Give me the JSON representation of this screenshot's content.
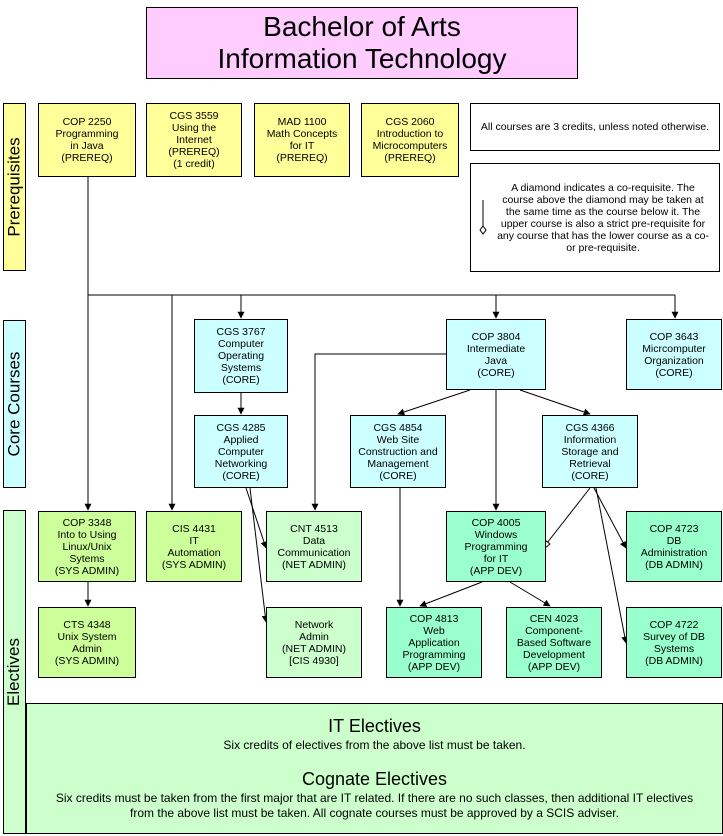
{
  "title": {
    "line1": "Bachelor of Arts",
    "line2": "Information Technology"
  },
  "sections": {
    "prerequisites": "Prerequisites",
    "core": "Core Courses",
    "electives": "Electives"
  },
  "notes": {
    "credits": "All courses are 3 credits, unless noted otherwise.",
    "diamond": "A diamond indicates a co-requisite. The course above the diamond may be taken at the same time as the course below it. The upper course is also a strict pre-requisite for any course that has the lower course as a co- or pre-requisite."
  },
  "courses": {
    "cop2250": "COP 2250\nProgramming\nin Java\n(PREREQ)",
    "cgs3559": "CGS 3559\nUsing the\nInternet\n(PREREQ)\n(1 credit)",
    "mad1100": "MAD 1100\nMath Concepts\nfor IT\n(PREREQ)",
    "cgs2060": "CGS 2060\nIntroduction to\nMicrocomputers\n(PREREQ)",
    "cgs3767": "CGS 3767\nComputer\nOperating\nSystems\n(CORE)",
    "cop3804": "COP 3804\nIntermediate\nJava\n(CORE)",
    "cop3643": "COP 3643\nMicrcomputer\nOrganization\n(CORE)",
    "cgs4285": "CGS 4285\nApplied\nComputer\nNetworking\n(CORE)",
    "cgs4854": "CGS 4854\nWeb Site\nConstruction and\nManagement\n(CORE)",
    "cgs4366": "CGS 4366\nInformation\nStorage and\nRetrieval\n(CORE)",
    "cop3348": "COP 3348\nInto to Using\nLinux/Unix\nSytems\n(SYS ADMIN)",
    "cis4431": "CIS 4431\nIT\nAutomation\n(SYS ADMIN)",
    "cnt4513": "CNT 4513\nData\nCommunication\n(NET ADMIN)",
    "cop4005": "COP 4005\nWindows\nProgramming\nfor IT\n(APP DEV)",
    "cop4723": "COP 4723\nDB\nAdministration\n(DB ADMIN)",
    "cts4348": "CTS 4348\nUnix System\nAdmin\n(SYS ADMIN)",
    "netadmin": "Network\nAdmin\n(NET ADMIN)\n[CIS 4930]",
    "cop4813": "COP 4813\nWeb\nApplication\nProgramming\n(APP DEV)",
    "cen4023": "CEN 4023\nComponent-\nBased Software\nDevelopment\n(APP DEV)",
    "cop4722": "COP 4722\nSurvey of DB\nSystems\n(DB ADMIN)"
  },
  "footer": {
    "it_heading": "IT Electives",
    "it_text": "Six credits of electives from the above list must be taken.",
    "cognate_heading": "Cognate Electives",
    "cognate_text": "Six credits must be taken from the first major that are IT related. If there are no such classes, then additional IT electives from the above list must be taken. All cognate courses must be approved by a SCIS adviser."
  },
  "colors": {
    "title_bg": "#ffccff",
    "prereq_bg": "#ffff99",
    "core_bg": "#ccffff",
    "elective_bg": "#ccffcc",
    "elective_alt_bg": "#ccff99",
    "appdev_bg": "#99ffcc"
  },
  "icons": {
    "corequisite": "diamond-icon"
  }
}
